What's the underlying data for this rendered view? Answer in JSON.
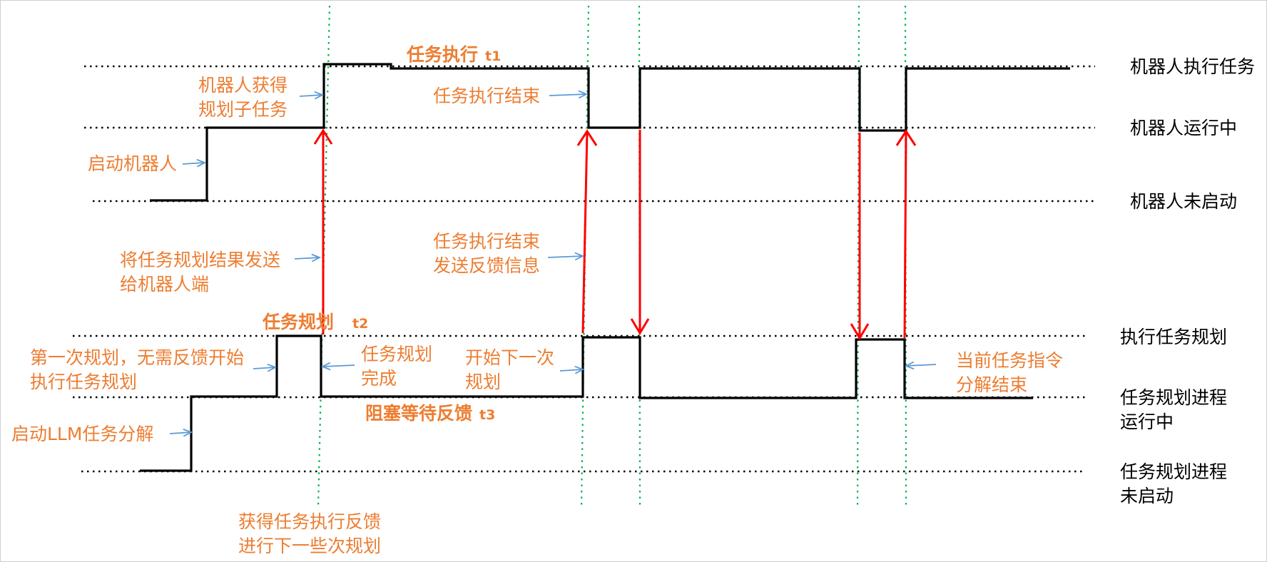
{
  "colors": {
    "annotation": "#ed7d31",
    "signal": "#000000",
    "event_arrow": "#ff0000",
    "hint_arrow": "#5b9bd5",
    "sync_line": "#00b050",
    "level_line": "#000000"
  },
  "robot_states": {
    "executing": "机器人执行任务",
    "running": "机器人运行中",
    "not_started": "机器人未启动"
  },
  "planner_states": {
    "planning": "执行任务规划",
    "running": [
      "任务规划进程",
      "运行中"
    ],
    "not_started": [
      "任务规划进程",
      "未启动"
    ]
  },
  "phase_labels": {
    "task_execution": {
      "text": "任务执行",
      "tag": "t1"
    },
    "task_planning": {
      "text": "任务规划",
      "tag": "t2"
    },
    "blocked_waiting": {
      "text": "阻塞等待反馈",
      "tag": "t3"
    }
  },
  "annotations": {
    "start_robot": "启动机器人",
    "robot_gets_subtask": [
      "机器人获得",
      "规划子任务"
    ],
    "task_exec_end": "任务执行结束",
    "send_plan_to_robot": [
      "将任务规划结果发送",
      "给机器人端"
    ],
    "exec_end_send_feedback": [
      "任务执行结束",
      "发送反馈信息"
    ],
    "first_planning": [
      "第一次规划，无需反馈开始",
      "执行任务规划"
    ],
    "planning_done": [
      "任务规划",
      "完成"
    ],
    "start_next_planning": [
      "开始下一次",
      "规划"
    ],
    "current_decomposition_done": [
      "当前任务指令",
      "分解结束"
    ],
    "start_llm_decomposition": "启动LLM任务分解",
    "feedback_next_planning": [
      "获得任务执行反馈",
      "进行下一些次规划"
    ]
  }
}
